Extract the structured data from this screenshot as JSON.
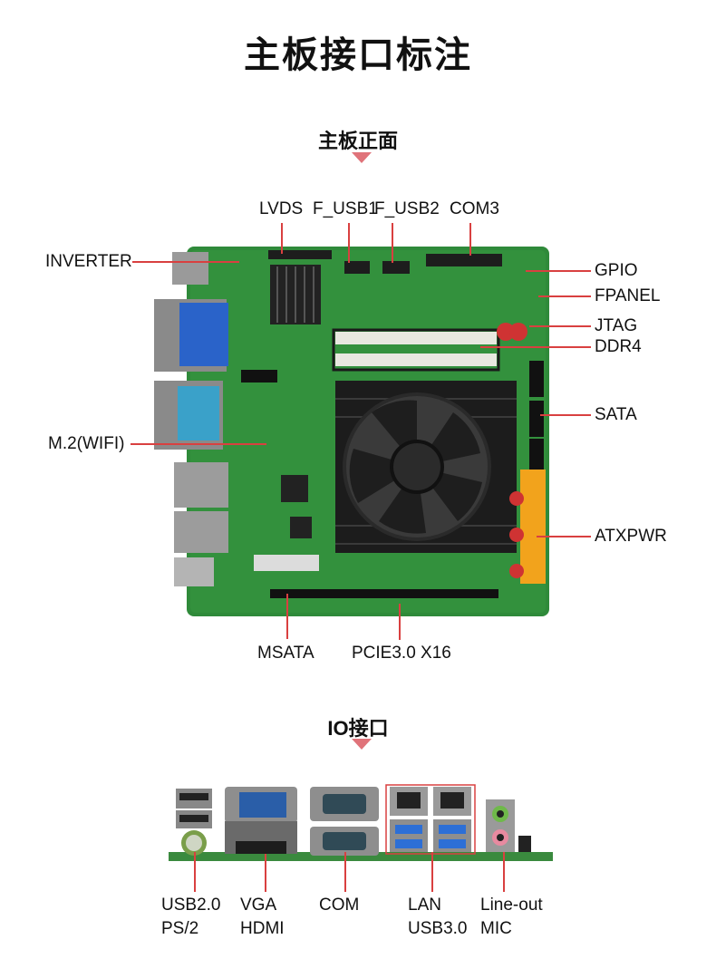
{
  "page": {
    "title": "主板接口标注",
    "front_section": "主板正面",
    "io_section": "IO接口"
  },
  "board_labels": {
    "top": [
      "LVDS",
      "F_USB1",
      "F_USB2",
      "COM3"
    ],
    "left": [
      "INVERTER",
      "M.2(WIFI)"
    ],
    "right": [
      "GPIO",
      "FPANEL",
      "JTAG",
      "DDR4",
      "SATA",
      "ATXPWR"
    ],
    "bottom": [
      "MSATA",
      "PCIE3.0 X16"
    ]
  },
  "io_labels": [
    {
      "line1": "USB2.0",
      "line2": "PS/2"
    },
    {
      "line1": "VGA",
      "line2": "HDMI"
    },
    {
      "line1": "COM",
      "line2": ""
    },
    {
      "line1": "LAN",
      "line2": "USB3.0"
    },
    {
      "line1": "Line-out",
      "line2": "MIC"
    }
  ],
  "colors": {
    "accent": "#e0737a",
    "leader_line": "#d94040",
    "pcb": "#2f8a3a"
  }
}
